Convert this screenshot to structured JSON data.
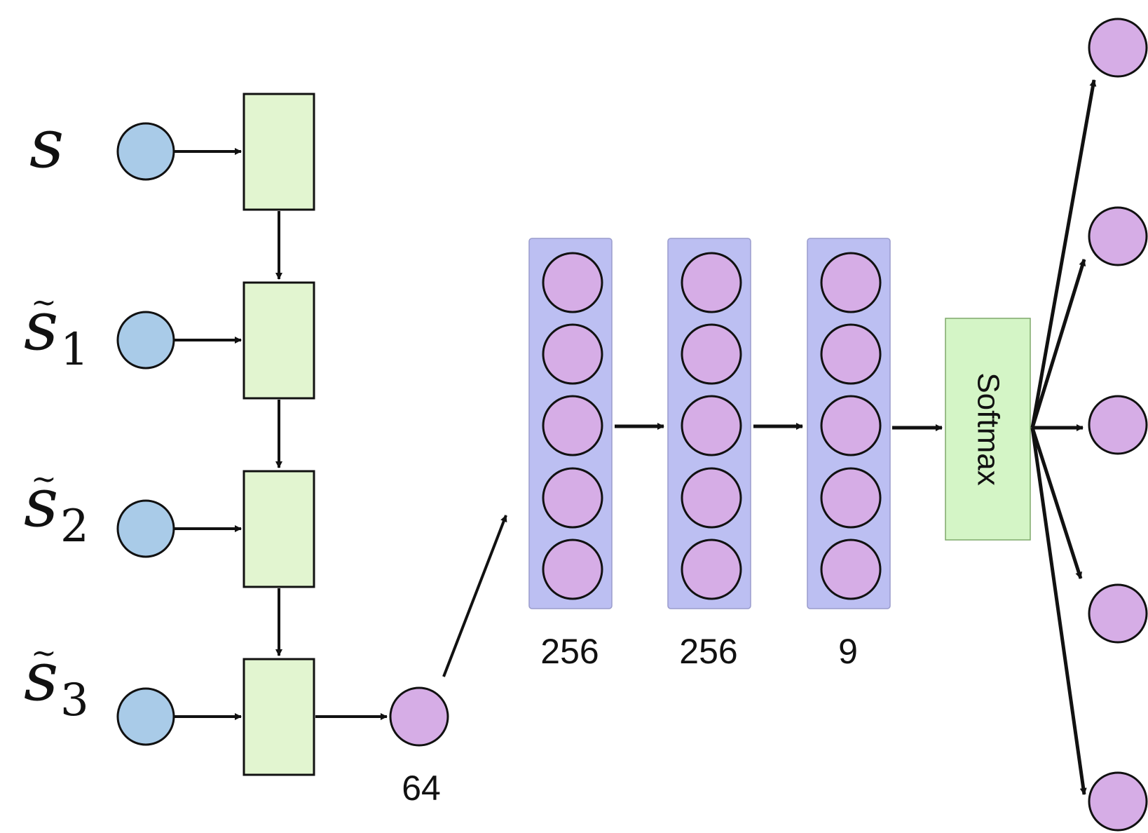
{
  "input_labels": [
    {
      "base": "s",
      "tilde": false,
      "sub": ""
    },
    {
      "base": "s",
      "tilde": true,
      "sub": "1"
    },
    {
      "base": "s",
      "tilde": true,
      "sub": "2"
    },
    {
      "base": "s",
      "tilde": true,
      "sub": "3"
    }
  ],
  "encoding_size_label": "64",
  "layer_sizes": [
    "256",
    "256",
    "9"
  ],
  "softmax_label": "Softmax",
  "output_count": 5,
  "colors": {
    "input_node": "#a9cbe8",
    "hidden_node": "#d6ade6",
    "recurrent_cell": "#e2f5d0",
    "layer_panel": "#bcbff2",
    "softmax_box": "#d4f5c6",
    "stroke": "#111111"
  }
}
